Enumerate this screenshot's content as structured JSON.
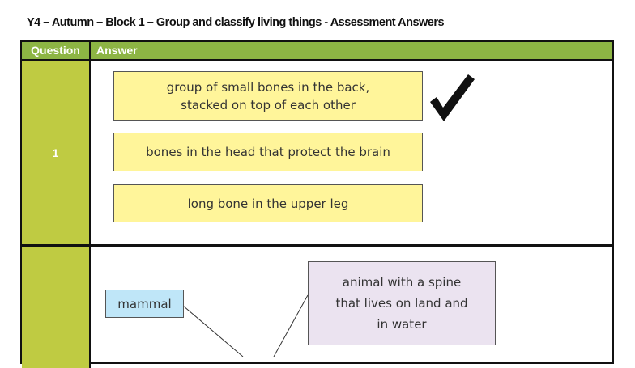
{
  "title": "Y4 – Autumn – Block 1 – Group and classify living things - Assessment Answers",
  "header": {
    "question": "Question",
    "answer": "Answer"
  },
  "rows": [
    {
      "question": "1",
      "options": [
        "group of small bones in the back, stacked on top of each other",
        "bones in the head that protect the brain",
        "long bone in the upper leg"
      ],
      "correct_index": 0
    },
    {
      "question": "",
      "left_items": [
        "mammal"
      ],
      "right_items": [
        "animal with a spine that lives on land and in water"
      ]
    }
  ],
  "colors": {
    "header": "#8db544",
    "question_cell": "#bfcb42",
    "option": "#fff59a",
    "left_item": "#bfe6f8",
    "right_item": "#ebe3f0"
  }
}
